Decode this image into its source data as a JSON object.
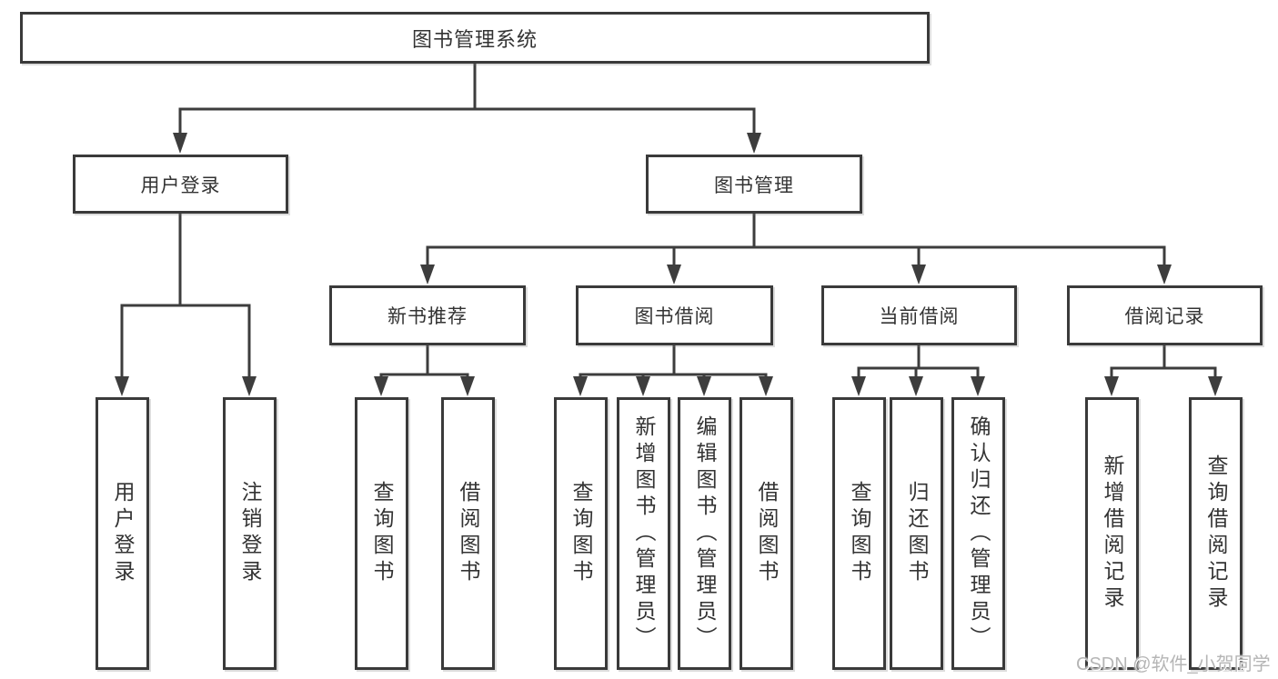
{
  "diagram_title": "图书管理系统",
  "nodes": {
    "root": {
      "id": "library-management-system",
      "label": "图书管理系统"
    },
    "branches": [
      {
        "id": "user-login",
        "label": "用户登录",
        "parent": "library-management-system"
      },
      {
        "id": "book-management",
        "label": "图书管理",
        "parent": "library-management-system"
      }
    ],
    "modules": [
      {
        "id": "new-book-recommend",
        "label": "新书推荐",
        "parent": "book-management"
      },
      {
        "id": "book-borrow",
        "label": "图书借阅",
        "parent": "book-management"
      },
      {
        "id": "current-borrow",
        "label": "当前借阅",
        "parent": "book-management"
      },
      {
        "id": "borrow-records",
        "label": "借阅记录",
        "parent": "book-management"
      }
    ],
    "leaves": [
      {
        "id": "user-login-leaf",
        "label": "用户登录",
        "parent": "user-login"
      },
      {
        "id": "logout",
        "label": "注销登录",
        "parent": "user-login"
      },
      {
        "id": "query-books-recommend",
        "label": "查询图书",
        "parent": "new-book-recommend"
      },
      {
        "id": "borrow-books-recommend",
        "label": "借阅图书",
        "parent": "new-book-recommend"
      },
      {
        "id": "query-books-borrow",
        "label": "查询图书",
        "parent": "book-borrow"
      },
      {
        "id": "add-books-admin",
        "label": "新增图书（管理员）",
        "parent": "book-borrow"
      },
      {
        "id": "edit-books-admin",
        "label": "编辑图书（管理员）",
        "parent": "book-borrow"
      },
      {
        "id": "borrow-books",
        "label": "借阅图书",
        "parent": "book-borrow"
      },
      {
        "id": "query-books-current",
        "label": "查询图书",
        "parent": "current-borrow"
      },
      {
        "id": "return-books",
        "label": "归还图书",
        "parent": "current-borrow"
      },
      {
        "id": "confirm-return-admin",
        "label": "确认归还（管理员）",
        "parent": "current-borrow"
      },
      {
        "id": "add-borrow-record",
        "label": "新增借阅记录",
        "parent": "borrow-records"
      },
      {
        "id": "query-borrow-record",
        "label": "查询借阅记录",
        "parent": "borrow-records"
      }
    ]
  },
  "watermark": "CSDN @软件_小贺同学",
  "colors": {
    "line": "#3d3d3d",
    "box_border": "#3a3a3a",
    "text": "#333333",
    "background": "#ffffff",
    "watermark": "#b5b5b5"
  }
}
